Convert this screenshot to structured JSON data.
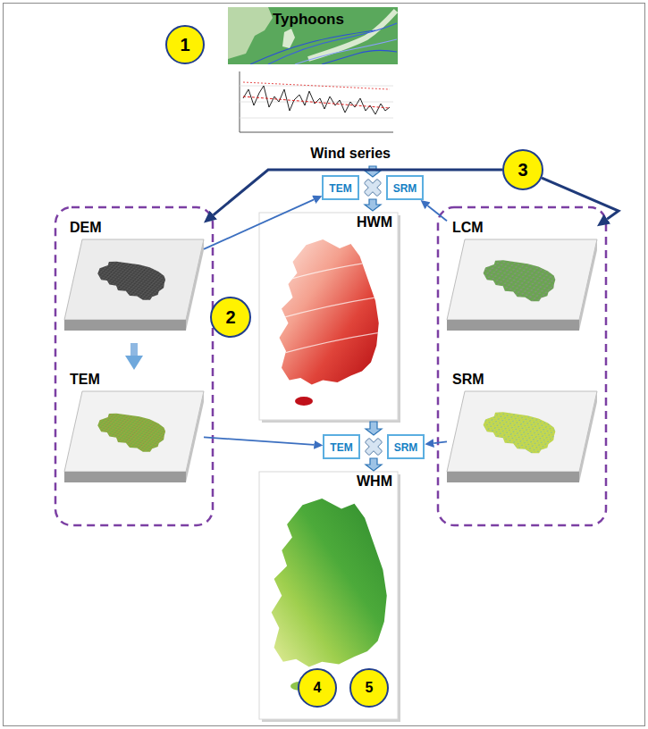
{
  "diagram": {
    "nodes": [
      {
        "text": [
          "1"
        ]
      },
      {
        "text": [
          "Typhoons"
        ]
      },
      {
        "text": [
          "Wind series"
        ]
      },
      {
        "text": [
          "3"
        ]
      },
      {
        "text": [
          "DEM"
        ]
      },
      {
        "text": [
          "TEM"
        ]
      },
      {
        "text": [
          "SRM"
        ]
      },
      {
        "text": [
          "LCM"
        ]
      },
      {
        "text": [
          "HWM"
        ]
      },
      {
        "text": [
          "2"
        ]
      },
      {
        "text": [
          "TEM"
        ]
      },
      {
        "text": [
          "SRM"
        ]
      },
      {
        "text": [
          "TEM"
        ]
      },
      {
        "text": [
          "SRM"
        ]
      },
      {
        "text": [
          "WHM"
        ]
      },
      {
        "text": [
          "4"
        ],
        "in": 14
      },
      {
        "text": [
          "5"
        ],
        "in": 14
      }
    ],
    "edges": [
      {
        "from": 4,
        "to": 5,
        "arrow": "to"
      },
      {
        "from": 7,
        "to": 6,
        "arrow": "to"
      },
      {
        "from": 4,
        "to": 10,
        "arrow": "to"
      },
      {
        "from": 10,
        "to": 12,
        "arrow": "to"
      },
      {
        "from": 11,
        "to": 13,
        "arrow": "to"
      },
      {
        "from": 3,
        "to": 4,
        "arrow": "to"
      },
      {
        "from": 3,
        "to": 7,
        "arrow": "to"
      }
    ]
  }
}
